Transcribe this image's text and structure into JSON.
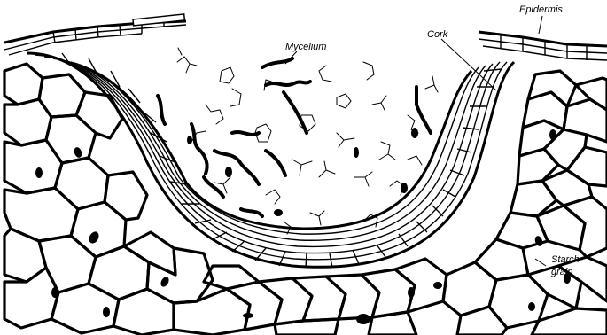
{
  "labels": {
    "epidermis": "Epidermis",
    "mycelium": "Mycelium",
    "cork": "Cork",
    "starch_line1": "Starch",
    "starch_line2": "grain"
  }
}
